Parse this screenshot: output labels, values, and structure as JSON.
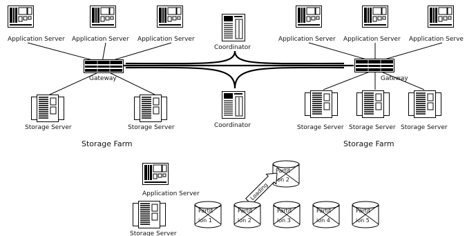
{
  "labels": {
    "application_server": "Application Server",
    "application_server_truncated": "Application Serve",
    "storage_server": "Storage Server",
    "coordinator": "Coordinator",
    "gateway": "Gateway",
    "storage_farm": "Storage Farm",
    "loading": "Loading"
  },
  "partitions": [
    {
      "line1": "Partit",
      "line2": "ion 1"
    },
    {
      "line1": "Partit",
      "line2": "ion 2"
    },
    {
      "line1": "Partit",
      "line2": "ion 3"
    },
    {
      "line1": "Partit",
      "line2": "ion 4"
    },
    {
      "line1": "Partit",
      "line2": "ion 5"
    }
  ],
  "loaded_partition": {
    "line1": "Partit",
    "line2": "ion 2"
  }
}
